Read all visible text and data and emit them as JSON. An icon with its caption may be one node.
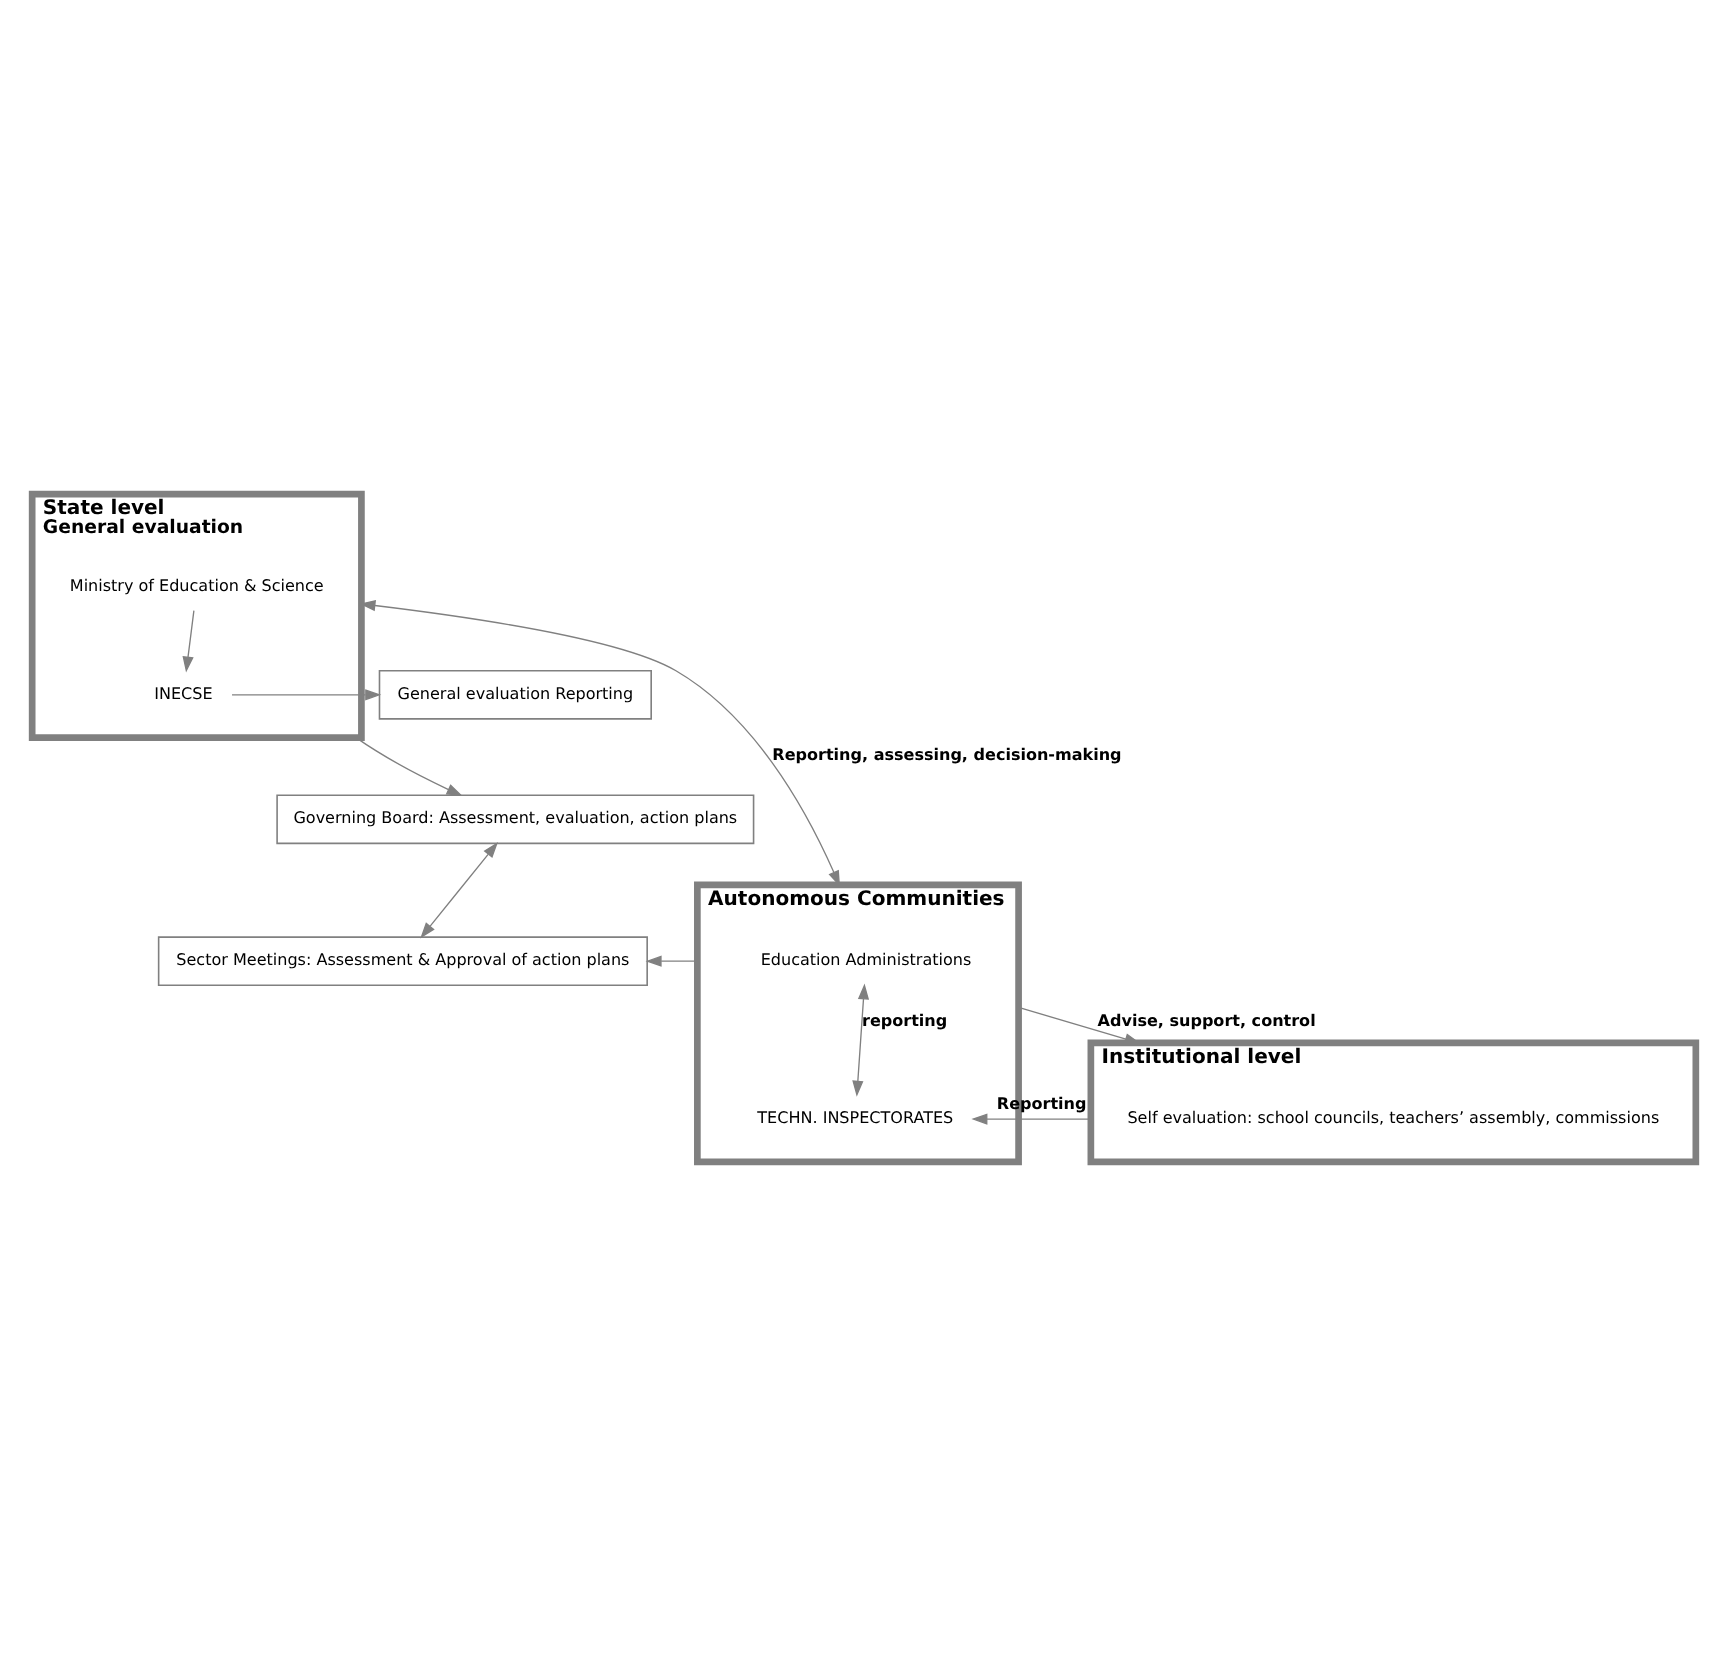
{
  "diagram": {
    "nodes": [
      {
        "text": [
          "State level",
          "General evaluation"
        ]
      },
      {
        "text": [
          "Ministry of Education & Science"
        ],
        "in": 0
      },
      {
        "text": [
          "INECSE"
        ],
        "in": 0
      },
      {
        "text": [
          "General evaluation Reporting"
        ]
      },
      {
        "text": [
          "Governing Board: Assessment, evaluation, action plans"
        ]
      },
      {
        "text": [
          "Autonomous Communities"
        ]
      },
      {
        "text": [
          "Education Administrations"
        ],
        "in": 5
      },
      {
        "text": [
          "TECHN. INSPECTORATES"
        ],
        "in": 5
      },
      {
        "text": [
          "Sector Meetings: Assessment & Approval of action plans"
        ]
      },
      {
        "text": [
          "Institutional level"
        ]
      },
      {
        "text": [
          "Self evaluation: school councils, teachers’ assembly, commissions"
        ],
        "in": 9
      }
    ],
    "edges": [
      {
        "from": 1,
        "to": 2,
        "arrow": "to"
      },
      {
        "from": 2,
        "to": 3,
        "arrow": "to"
      },
      {
        "from": 0,
        "to": 4,
        "arrow": "to"
      },
      {
        "from": 4,
        "to": 8,
        "arrow": "both"
      },
      {
        "from": 0,
        "to": 5,
        "label": "Reporting, assessing, decision-making",
        "arrow": "both"
      },
      {
        "from": 5,
        "to": 8,
        "arrow": "to"
      },
      {
        "from": 6,
        "to": 7,
        "label": "reporting",
        "arrow": "both"
      },
      {
        "from": 9,
        "to": 7,
        "label": "Reporting",
        "arrow": "to"
      },
      {
        "from": 5,
        "to": 9,
        "label": "Advise, support, control",
        "arrow": "to"
      }
    ]
  }
}
